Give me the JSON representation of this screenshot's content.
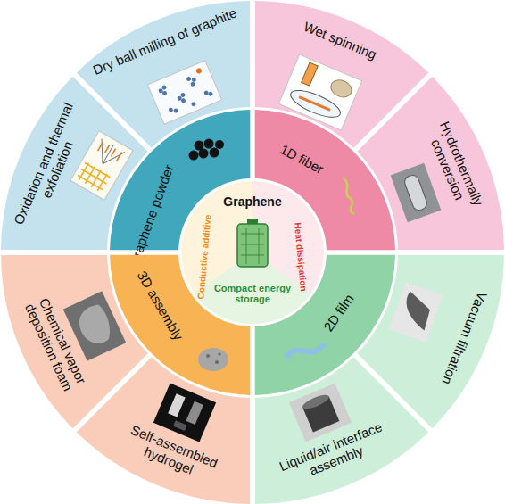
{
  "diagram": {
    "nodes": [
      {
        "text": [
          "Graphene",
          "Conductive additive",
          "Heat dissipation",
          "Compact energy storage"
        ]
      },
      {
        "text": [
          "Graphene powder"
        ]
      },
      {
        "text": [
          "1D fiber"
        ]
      },
      {
        "text": [
          "2D film"
        ]
      },
      {
        "text": [
          "3D assembly"
        ]
      },
      {
        "text": [
          "Oxidation and thermal exfoliation"
        ]
      },
      {
        "text": [
          "Dry ball milling of graphite"
        ]
      },
      {
        "text": [
          "Wet spinning"
        ]
      },
      {
        "text": [
          "Hydrothermally conversion"
        ]
      },
      {
        "text": [
          "Vacuum filtration"
        ]
      },
      {
        "text": [
          "Liquid/air interface assembly"
        ]
      },
      {
        "text": [
          "Self-assembled hydrogel"
        ]
      },
      {
        "text": [
          "Chemical vapor deposition foam"
        ]
      }
    ]
  }
}
